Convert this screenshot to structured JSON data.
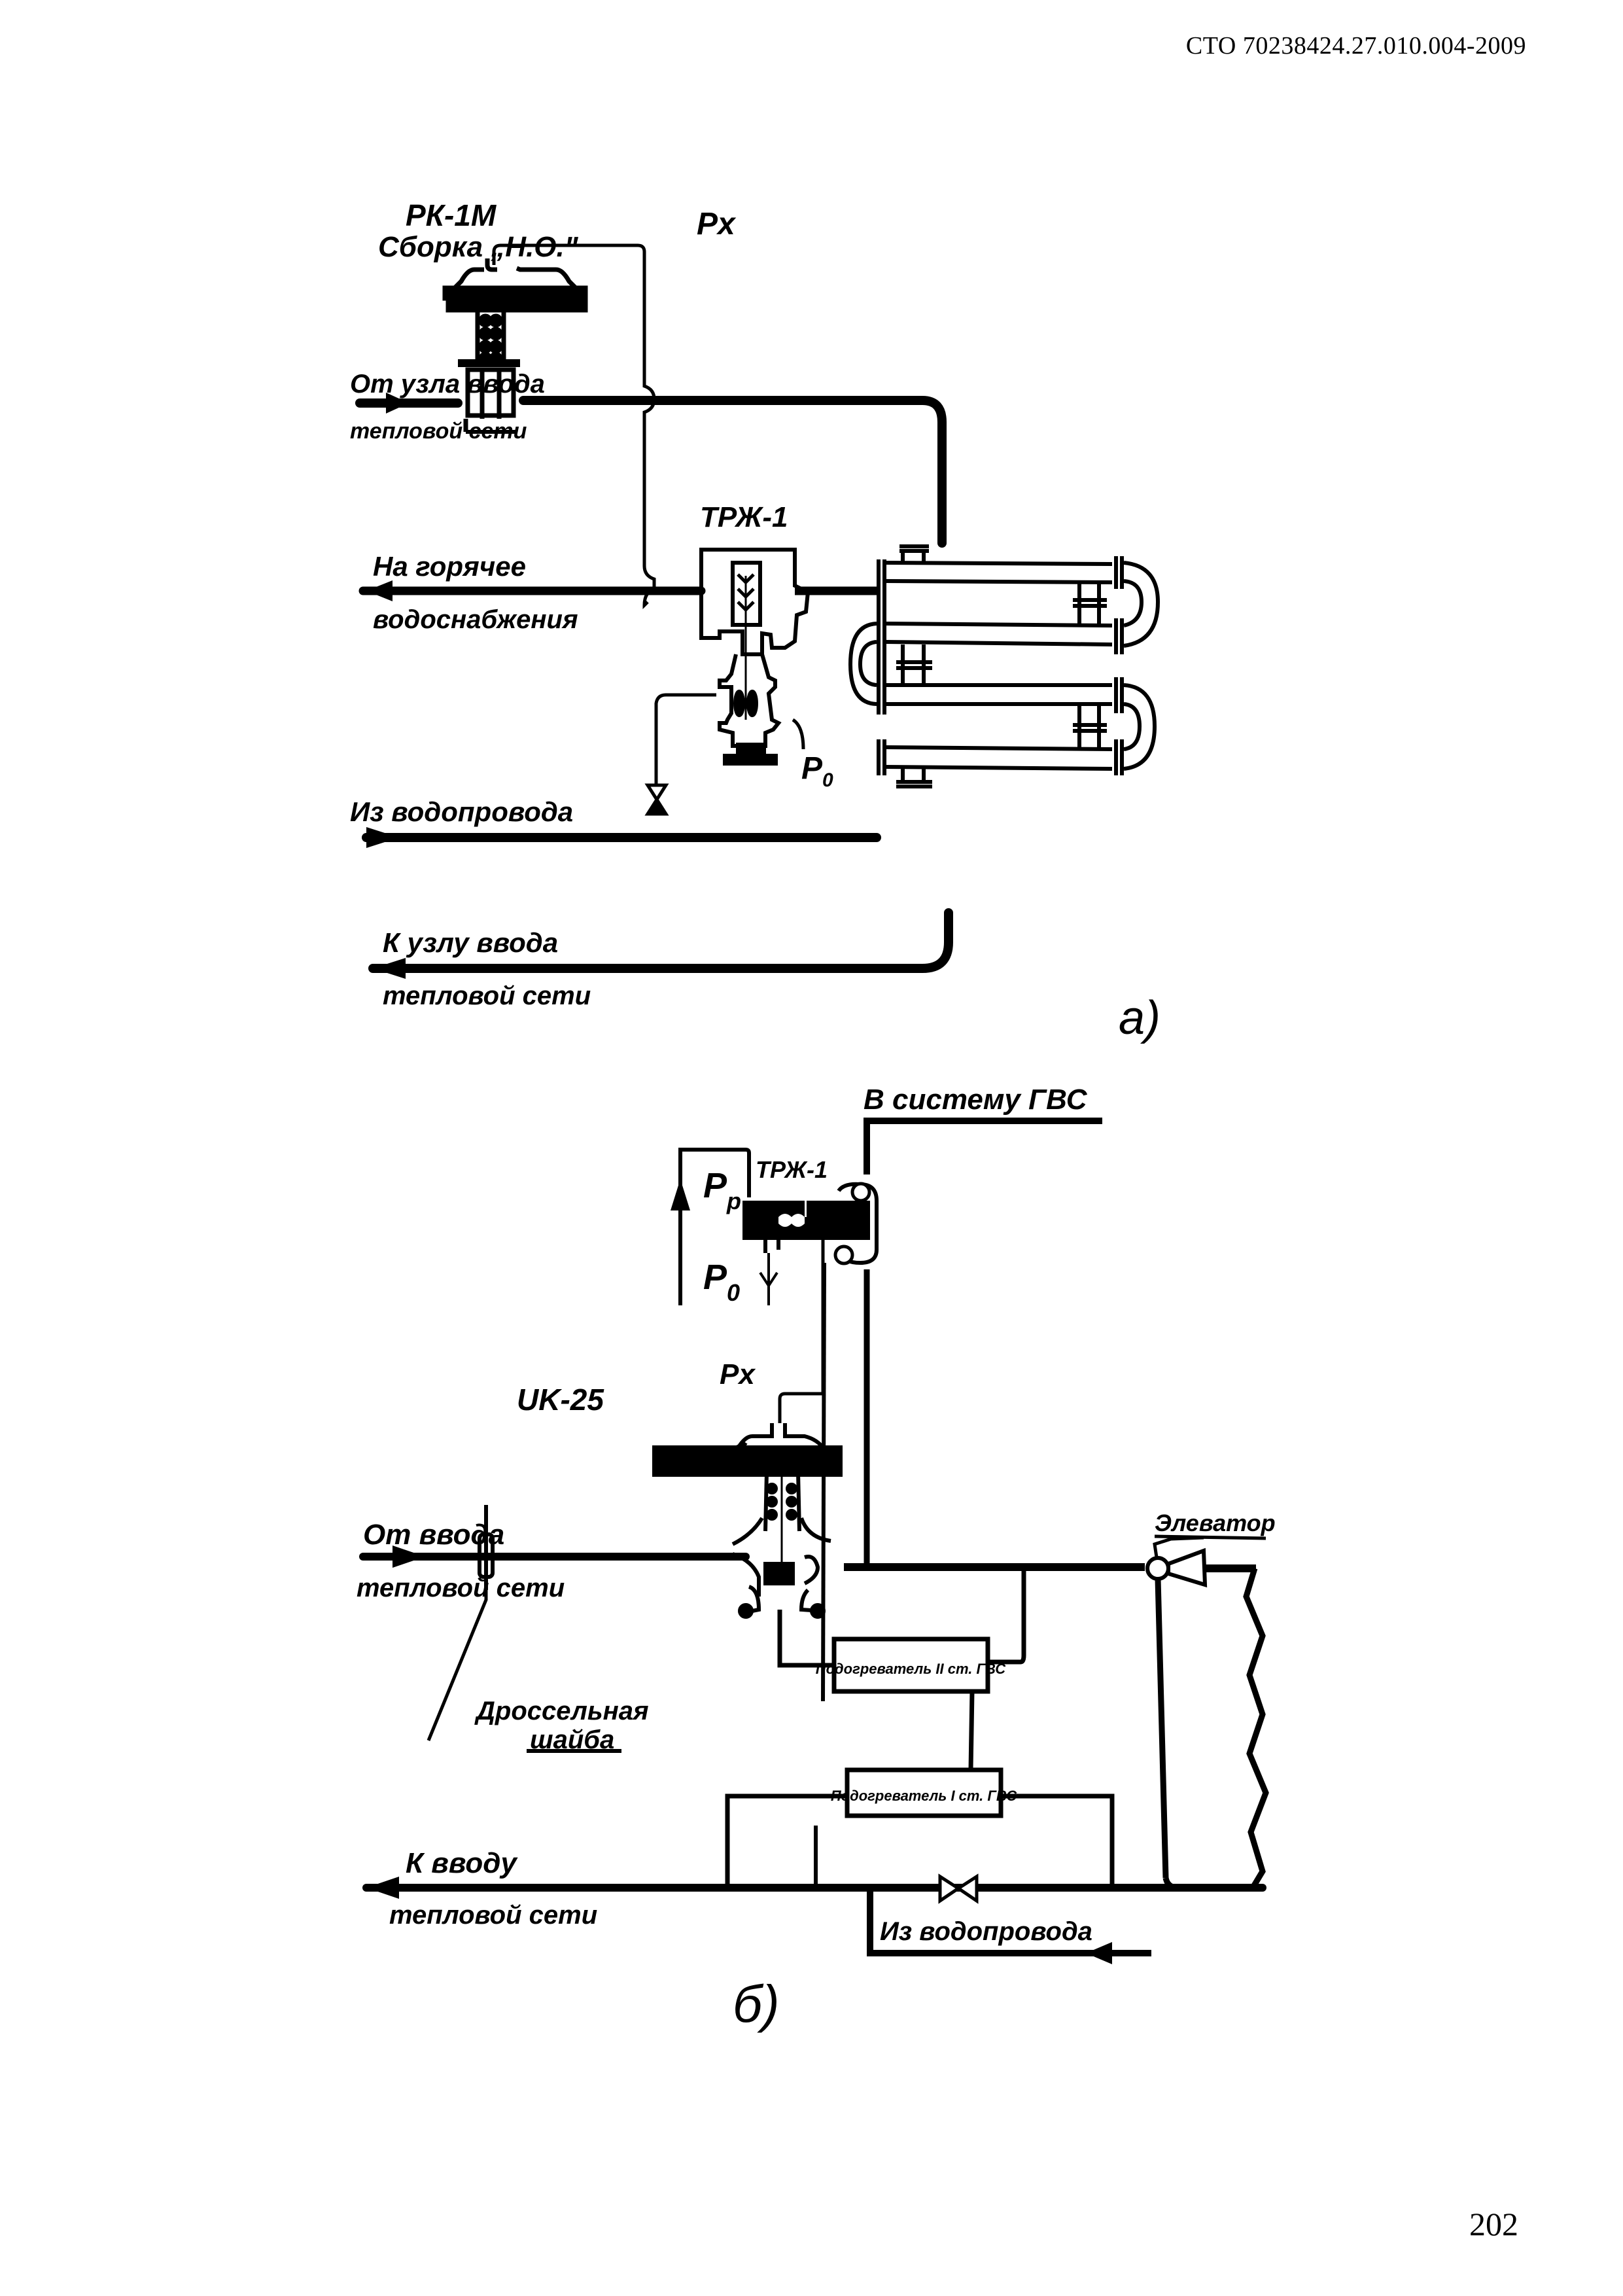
{
  "header": {
    "document_code": "СТО 70238424.27.010.004-2009"
  },
  "footer": {
    "page_number": "202"
  },
  "diagram_a": {
    "caption": "а)",
    "regulator": {
      "model": "РК-1М",
      "assembly": "Сборка „Н.О.\""
    },
    "temperature_regulator": "ТРЖ-1",
    "signal_px": "Px",
    "signal_p0": {
      "base": "P",
      "sub": "0"
    },
    "labels": {
      "from_heat_inlet_1": "От узла ввода",
      "from_heat_inlet_2": "тепловой сети",
      "to_hot_water_1": "На горячее",
      "to_hot_water_2": "водоснабжения",
      "from_water_main": "Из водопровода",
      "to_heat_inlet_1": "К узлу ввода",
      "to_heat_inlet_2": "тепловой сети"
    }
  },
  "diagram_b": {
    "caption": "б)",
    "temperature_regulator": "ТРЖ-1",
    "regulator": "UK-25",
    "signal_px": "Px",
    "signal_pp": {
      "base": "P",
      "sub": "p"
    },
    "signal_p0": {
      "base": "P",
      "sub": "0"
    },
    "labels": {
      "to_dhw_system": "В систему ГВС",
      "from_heat_inlet_1": "От ввода",
      "from_heat_inlet_2": "тепловой сети",
      "throttle_1": "Дроссельная",
      "throttle_2": "шайба",
      "elevator": "Элеватор",
      "heater_stage_2": "Подогреватель II ст. ГВС",
      "heater_stage_1": "Подогреватель I ст. ГВС",
      "to_heat_inlet_1": "К вводу",
      "to_heat_inlet_2": "тепловой сети",
      "from_water_main": "Из водопровода"
    }
  }
}
